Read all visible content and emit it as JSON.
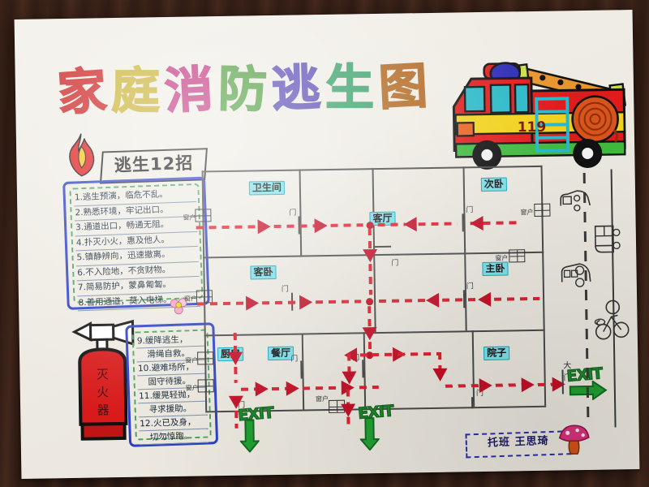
{
  "poster": {
    "title_chars": [
      "家",
      "庭",
      "消",
      "防",
      "逃",
      "生",
      "图"
    ],
    "title_full": "家庭消防逃生图",
    "tips_header": "逃生12招",
    "signature": "托班 王思琦",
    "background_description": "dark wooden table",
    "paper_color": "#efece4"
  },
  "tips": {
    "group1": [
      "1.逃生预演，临危不乱。",
      "2.熟悉环境，牢记出口。",
      "3.通道出口，畅通无阻。",
      "4.扑灭小火，惠及他人。",
      "5.镇静辨向，迅速撤离。",
      "6.不入险地，不贪财物。",
      "7.简易防护，蒙鼻匍匐。",
      "8.善用通道，莫入电梯。"
    ],
    "group2": [
      {
        "n": "9.",
        "l1": "缓降逃生，",
        "l2": "滑绳自救。"
      },
      {
        "n": "10.",
        "l1": "避难场所，",
        "l2": "固守待援。"
      },
      {
        "n": "11.",
        "l1": "缓晃轻抛，",
        "l2": "寻求援助。"
      },
      {
        "n": "12.",
        "l1": "火已及身，",
        "l2": "切勿惊跑。"
      }
    ]
  },
  "floorplan": {
    "rooms": [
      {
        "key": "bathroom",
        "label": "卫生间"
      },
      {
        "key": "living-room",
        "label": "客厅"
      },
      {
        "key": "second-bedroom",
        "label": "次卧"
      },
      {
        "key": "guest-bedroom",
        "label": "客卧"
      },
      {
        "key": "master-bedroom",
        "label": "主卧"
      },
      {
        "key": "kitchen",
        "label": "厨房"
      },
      {
        "key": "dining-room",
        "label": "餐厅"
      },
      {
        "key": "yard",
        "label": "院子"
      }
    ],
    "door_label": "门",
    "window_label": "窗户",
    "main_door_label": "大门",
    "exit_label": "EXIT",
    "exit_count": 3,
    "route_color": "#c41028",
    "exit_color": "#1f8a2e",
    "room_label_fill": "#7fe0e8",
    "room_label_border": "#0fa9c4"
  },
  "truck": {
    "emergency_number": "119",
    "body_color": "#e01b1b",
    "stripe_color": "#f2d21a",
    "base_color": "#3fbb3f",
    "window_color": "#29b8c8",
    "ladder_color": "#e8952e",
    "light_colors": [
      "#e01b1b",
      "#2a2ab5"
    ]
  },
  "extinguisher": {
    "label": "灭火器",
    "body_color": "#d81a1a"
  }
}
